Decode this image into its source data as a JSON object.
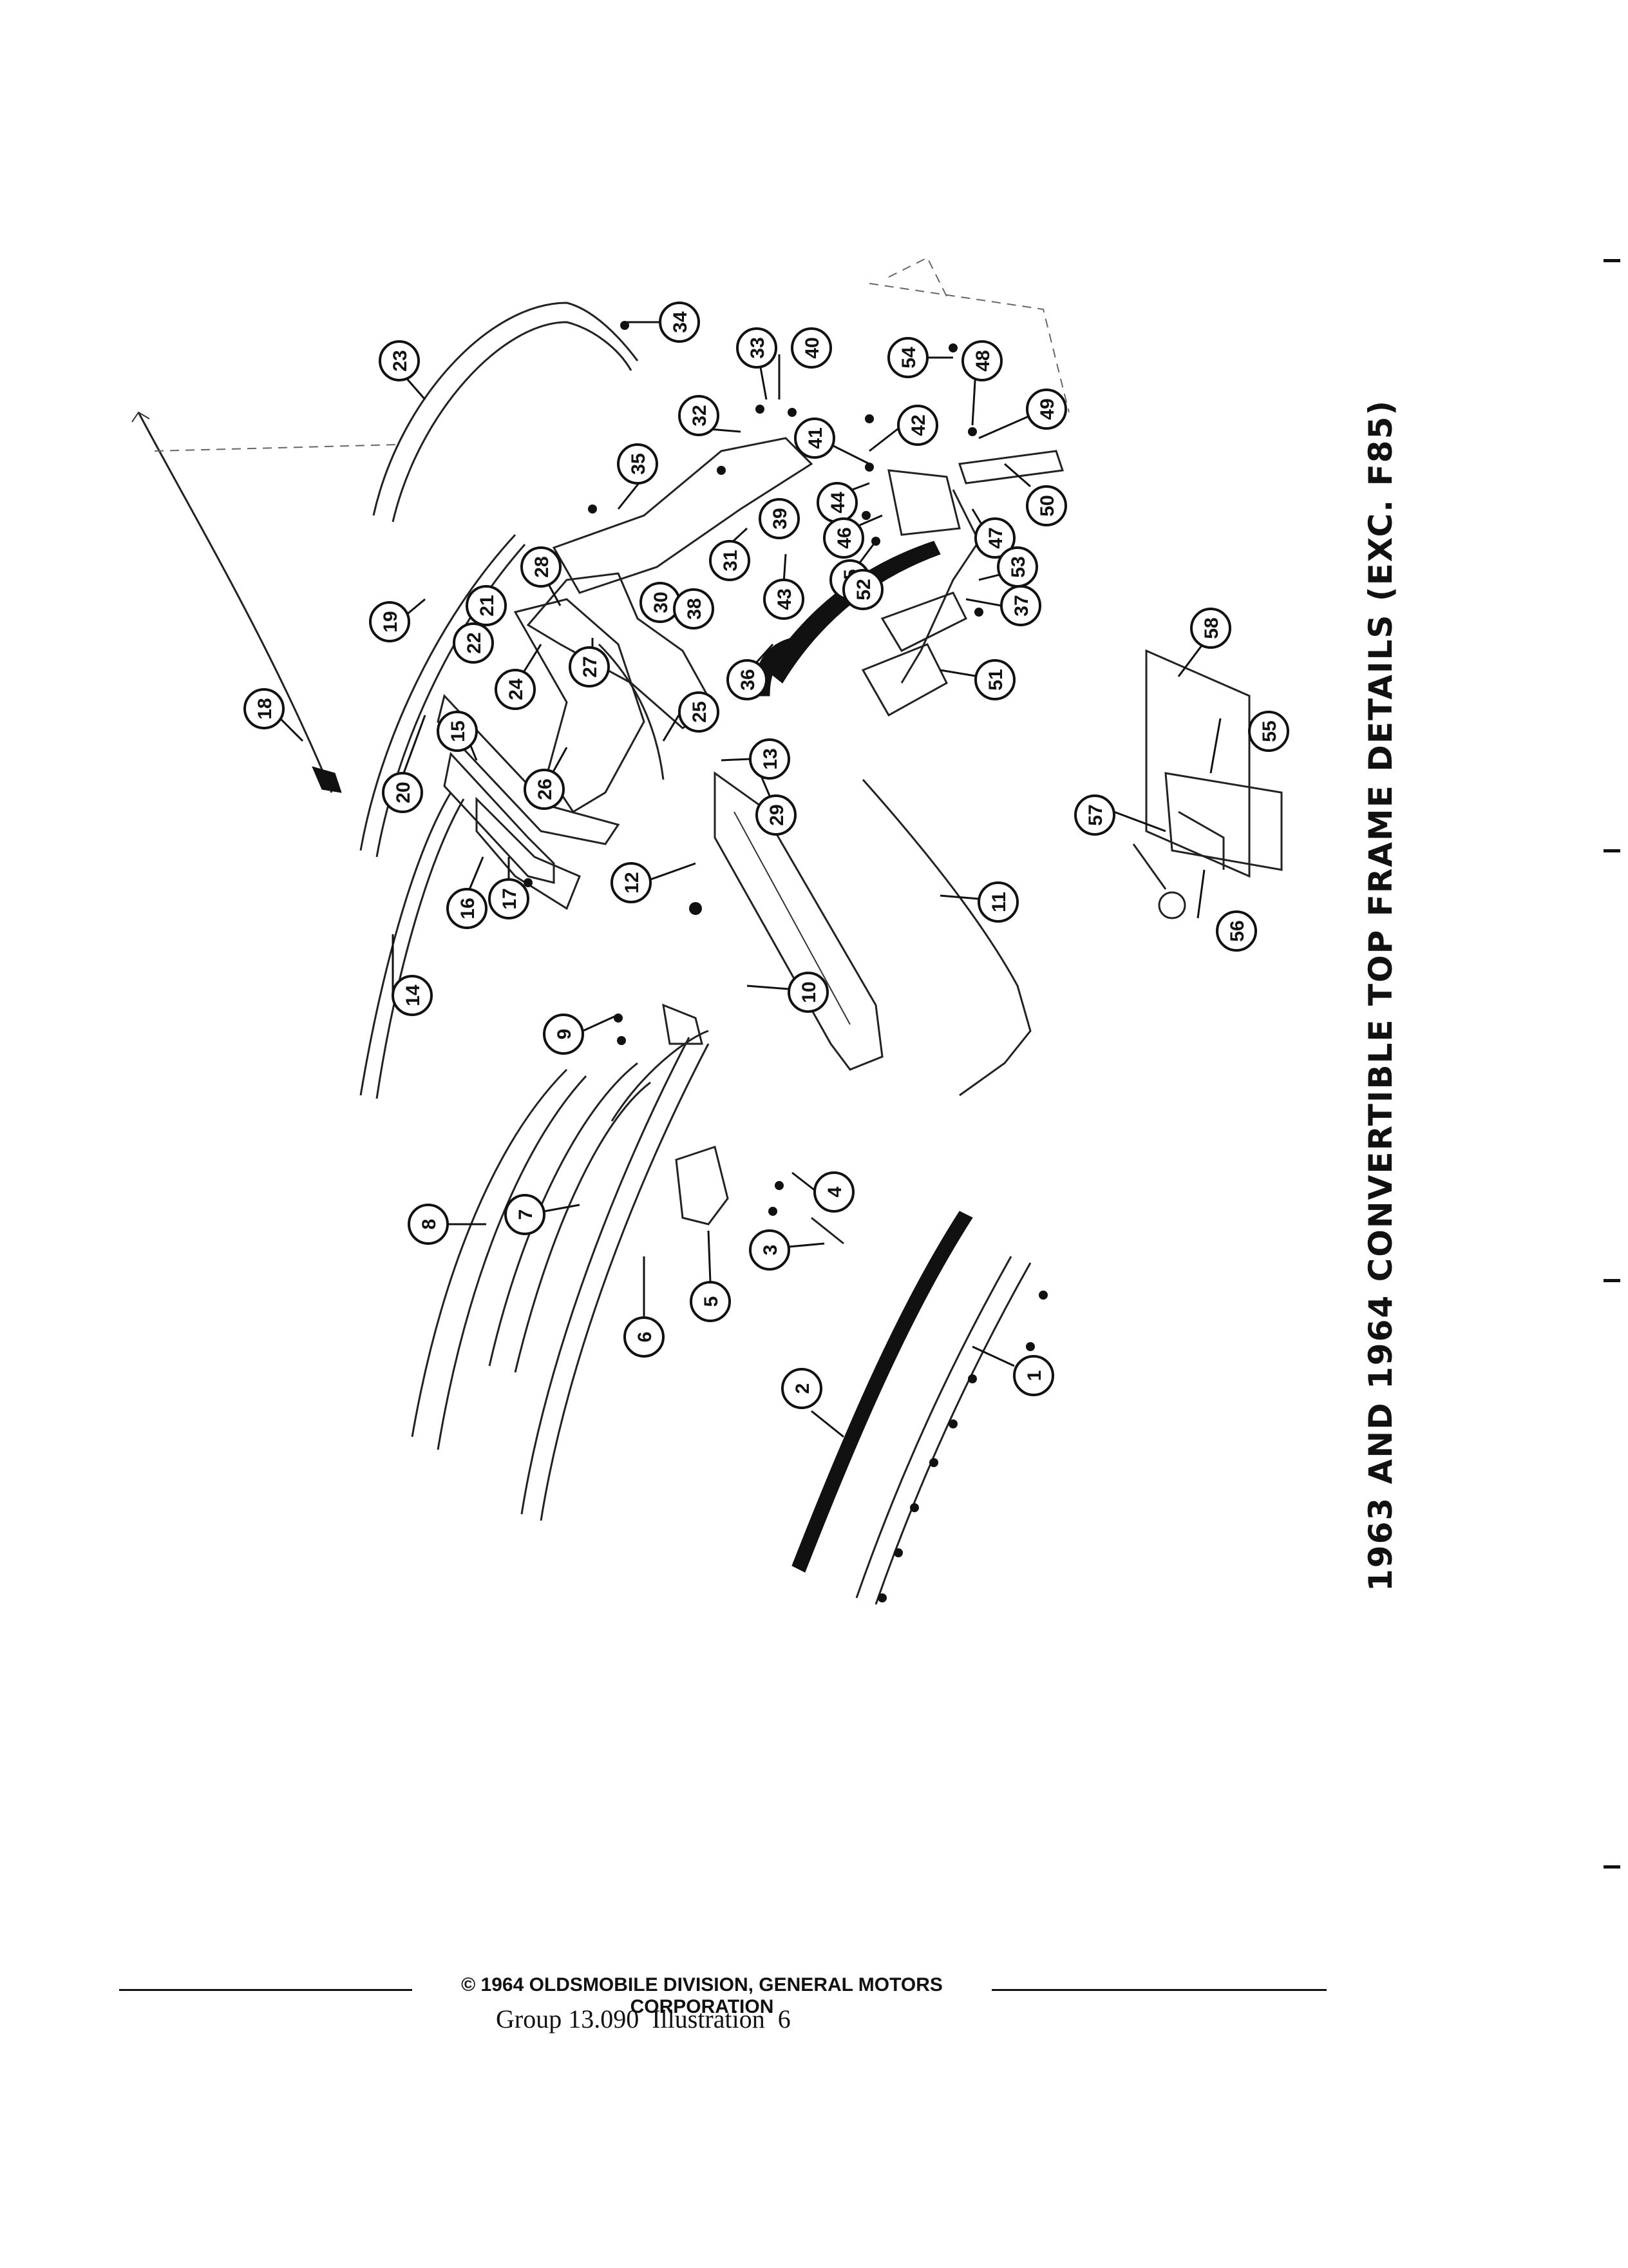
{
  "title": "1963 AND 1964 CONVERTIBLE TOP FRAME DETAILS (EXC. F85)",
  "footer": {
    "copyright": "© 1964 OLDSMOBILE DIVISION, GENERAL MOTORS CORPORATION",
    "group_label": "Group 13.090  Illustration  6"
  },
  "callouts": [
    "1",
    "2",
    "3",
    "4",
    "5",
    "6",
    "7",
    "8",
    "9",
    "10",
    "11",
    "12",
    "13",
    "14",
    "15",
    "16",
    "17",
    "18",
    "19",
    "20",
    "21",
    "22",
    "23",
    "24",
    "25",
    "26",
    "27",
    "28",
    "29",
    "30",
    "31",
    "32",
    "33",
    "34",
    "35",
    "36",
    "37",
    "38",
    "39",
    "40",
    "41",
    "42",
    "43",
    "44",
    "45",
    "46",
    "47",
    "48",
    "49",
    "50",
    "51",
    "52",
    "53",
    "54",
    "55",
    "56",
    "57",
    "58"
  ]
}
